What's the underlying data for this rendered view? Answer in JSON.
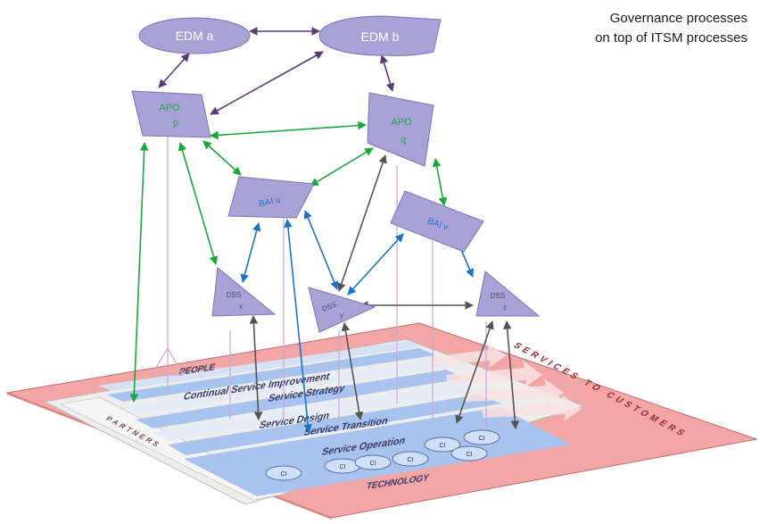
{
  "caption": {
    "line1": "Governance  processes",
    "line2": "on top of ITSM processes"
  },
  "nodes": {
    "edm_a": "EDM a",
    "edm_b": "EDM b",
    "apo_p": [
      "APO",
      "p"
    ],
    "apo_q": [
      "APO",
      "q"
    ],
    "bai_u": "BAI u",
    "bai_v": "BAI v",
    "dss_x": [
      "DSS",
      "x"
    ],
    "dss_y": [
      "DSS",
      "y"
    ],
    "dss_z": [
      "DSS",
      "z"
    ]
  },
  "plane": {
    "people": "PEOPLE",
    "bands": [
      "Continual Service Improvement",
      "Service Strategy",
      "Service Design",
      "Service Transition",
      "Service Operation"
    ],
    "technology": "TECHNOLOGY",
    "right_label": "SERVICES TO CUSTOMERS",
    "left_label": "PARTNERS",
    "circle_label": "CI"
  },
  "colors": {
    "node_fill": "#a9a2d6",
    "node_stroke": "#7c74b8",
    "edm_text": "#ffffff",
    "apo_text": "#1fa84a",
    "bai_text": "#2a6fc6",
    "dss_text": "#4a4a6a",
    "edge_purple": "#5a3a7a",
    "edge_green": "#18a83a",
    "edge_blue": "#1b73c8",
    "edge_dark": "#555555",
    "plane_pink": "#f2a6a6",
    "plane_edge": "#c26c6c",
    "band_blue": "#a8c3ee",
    "band_white": "#e6ecf6",
    "panel_grey": "#ededed"
  }
}
